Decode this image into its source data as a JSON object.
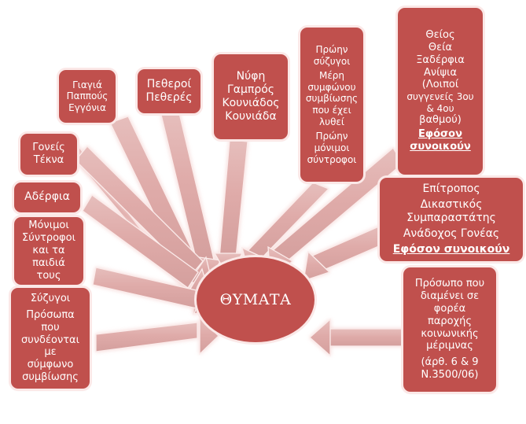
{
  "diagram": {
    "center": {
      "label": "ΘΥΜΑΤΑ",
      "shape": "ellipse",
      "fill": "#c0504d",
      "text_color": "#ffffff"
    },
    "palette": {
      "node_fill": "#c0504d",
      "node_glow": "#fbe8e7",
      "arrow_fill": "#dda9a7",
      "arrow_glow": "#fdf0ef",
      "text": "#ffffff",
      "background": "#ffffff"
    },
    "nodes": [
      {
        "id": "goneis-tekna",
        "lines": [
          {
            "text": "Γονείς",
            "emphasis": false
          },
          {
            "text": "Τέκνα",
            "emphasis": false
          }
        ]
      },
      {
        "id": "giagia-pappous-eggonia",
        "lines": [
          {
            "text": "Γιαγιά",
            "emphasis": false
          },
          {
            "text": "Παππούς",
            "emphasis": false
          },
          {
            "text": "Εγγόνια",
            "emphasis": false
          }
        ]
      },
      {
        "id": "petheroi-petheres",
        "lines": [
          {
            "text": "Πεθεροί",
            "emphasis": false
          },
          {
            "text": "Πεθερές",
            "emphasis": false
          }
        ]
      },
      {
        "id": "nyfi-gampros-kouniados-kouniada",
        "lines": [
          {
            "text": "Νύφη",
            "emphasis": false
          },
          {
            "text": "Γαμπρός",
            "emphasis": false
          },
          {
            "text": "Κουνιάδος",
            "emphasis": false
          },
          {
            "text": "Κουνιάδα",
            "emphasis": false
          }
        ]
      },
      {
        "id": "proin-syzygoi",
        "lines": [
          {
            "text": "Πρώην",
            "emphasis": false
          },
          {
            "text": "σύζυγοι",
            "emphasis": false
          },
          {
            "text": "Μέρη",
            "emphasis": false
          },
          {
            "text": "συμφώνου",
            "emphasis": false
          },
          {
            "text": "συμβίωσης",
            "emphasis": false
          },
          {
            "text": "που  έχει",
            "emphasis": false
          },
          {
            "text": "λυθεί",
            "emphasis": false
          },
          {
            "text": "Πρώην",
            "emphasis": false
          },
          {
            "text": "μόνιμοι",
            "emphasis": false
          },
          {
            "text": "σύντροφοι",
            "emphasis": false
          }
        ]
      },
      {
        "id": "theios-theia-xaderfia-anipsia",
        "lines": [
          {
            "text": "Θείος",
            "emphasis": false
          },
          {
            "text": "Θεία",
            "emphasis": false
          },
          {
            "text": "Ξαδέρφια",
            "emphasis": false
          },
          {
            "text": "Ανίψια",
            "emphasis": false
          },
          {
            "text": "(Λοιποί",
            "emphasis": false
          },
          {
            "text": "συγγενείς 3ου",
            "emphasis": false
          },
          {
            "text": "& 4ου",
            "emphasis": false
          },
          {
            "text": "βαθμού)",
            "emphasis": false
          },
          {
            "text": "Εφόσον",
            "emphasis": true
          },
          {
            "text": "συνοικούν",
            "emphasis": true
          }
        ]
      },
      {
        "id": "aderfia",
        "lines": [
          {
            "text": "Αδέρφια",
            "emphasis": false
          }
        ]
      },
      {
        "id": "monimoi-syntrofoi",
        "lines": [
          {
            "text": "Μόνιμοι",
            "emphasis": false
          },
          {
            "text": "Σύντροφοι",
            "emphasis": false
          },
          {
            "text": "και τα",
            "emphasis": false
          },
          {
            "text": "παιδιά",
            "emphasis": false
          },
          {
            "text": "τους",
            "emphasis": false
          }
        ]
      },
      {
        "id": "syzygoi-symfono-symviosis",
        "lines": [
          {
            "text": "Σύζυγοι",
            "emphasis": false
          },
          {
            "text": "Πρόσωπα",
            "emphasis": false
          },
          {
            "text": "που",
            "emphasis": false
          },
          {
            "text": "συνδέονται",
            "emphasis": false
          },
          {
            "text": "με",
            "emphasis": false
          },
          {
            "text": "σύμφωνο",
            "emphasis": false
          },
          {
            "text": "συμβίωσης",
            "emphasis": false
          }
        ]
      },
      {
        "id": "epitropos-dikastikos-anadochos",
        "lines": [
          {
            "text": "Επίτροπος",
            "emphasis": false
          },
          {
            "text": "Δικαστικός",
            "emphasis": false
          },
          {
            "text": "Συμπαραστάτης",
            "emphasis": false
          },
          {
            "text": "Ανάδοχος Γονέας",
            "emphasis": false
          },
          {
            "text": "Εφόσον συνοικούν",
            "emphasis": true
          }
        ]
      },
      {
        "id": "prosopo-foreas-koinonikis-merimnas",
        "lines": [
          {
            "text": "Πρόσωπο που",
            "emphasis": false
          },
          {
            "text": "διαμένει σε",
            "emphasis": false
          },
          {
            "text": "φορέα",
            "emphasis": false
          },
          {
            "text": "παροχής",
            "emphasis": false
          },
          {
            "text": "κοινωνικής",
            "emphasis": false
          },
          {
            "text": "μέριμνας",
            "emphasis": false
          },
          {
            "text": "(άρθ. 6 & 9",
            "emphasis": false
          },
          {
            "text": "Ν.3500/06)",
            "emphasis": false
          }
        ]
      }
    ]
  },
  "chart_data": {
    "type": "diagram",
    "title": "ΘΥΜΑΤΑ",
    "layout": "radial converging arrows",
    "hub": "ΘΥΜΑΤΑ",
    "spokes": [
      "Γονείς / Τέκνα",
      "Γιαγιά / Παππούς / Εγγόνια",
      "Πεθεροί / Πεθερές",
      "Νύφη / Γαμπρός / Κουνιάδος / Κουνιάδα",
      "Πρώην σύζυγοι / Μέρη συμφώνου συμβίωσης που έχει λυθεί / Πρώην μόνιμοι σύντροφοι",
      "Θείος / Θεία / Ξαδέρφια / Ανίψια (Λοιποί συγγενείς 3ου & 4ου βαθμού) Εφόσον συνοικούν",
      "Αδέρφια",
      "Μόνιμοι Σύντροφοι και τα παιδιά τους",
      "Σύζυγοι / Πρόσωπα που συνδέονται με σύμφωνο συμβίωσης",
      "Επίτροπος / Δικαστικός Συμπαραστάτης / Ανάδοχος Γονέας - Εφόσον συνοικούν",
      "Πρόσωπο που διαμένει σε φορέα παροχής κοινωνικής μέριμνας (άρθ. 6 & 9 Ν.3500/06)"
    ],
    "arrow_count": 11
  }
}
